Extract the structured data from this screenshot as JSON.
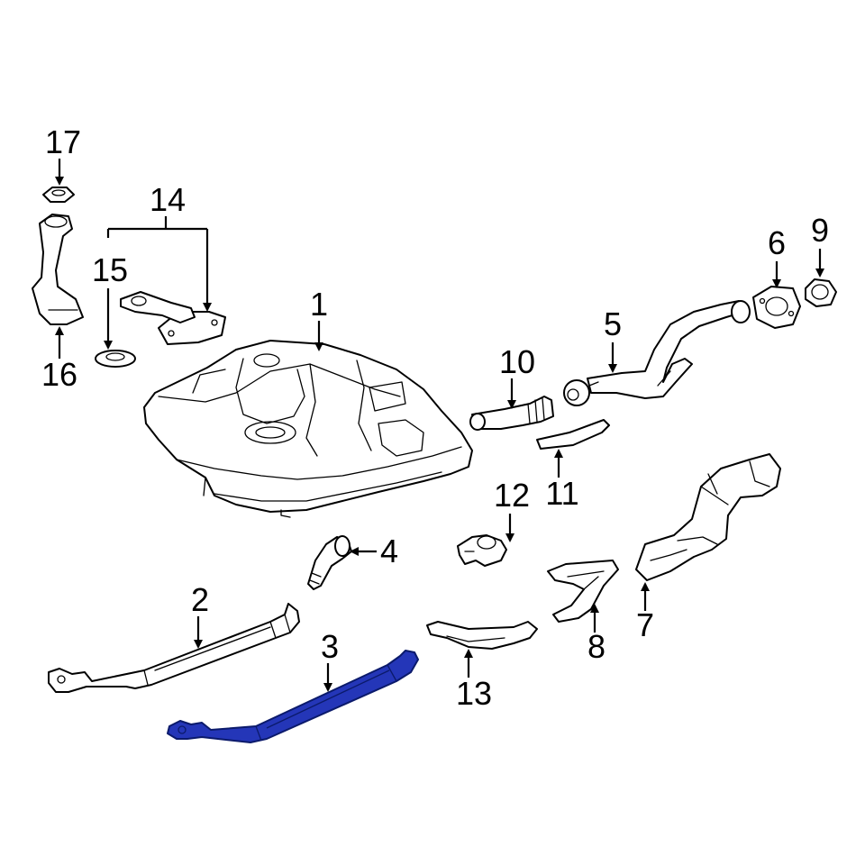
{
  "callouts": {
    "c1": "1",
    "c2": "2",
    "c3": "3",
    "c4": "4",
    "c5": "5",
    "c6": "6",
    "c7": "7",
    "c8": "8",
    "c9": "9",
    "c10": "10",
    "c11": "11",
    "c12": "12",
    "c13": "13",
    "c14": "14",
    "c15": "15",
    "c16": "16",
    "c17": "17"
  },
  "highlighted_part": "3",
  "colors": {
    "highlight_fill": "#2436b8",
    "highlight_stroke": "#0b1a6b",
    "line": "#000000",
    "background": "#ffffff"
  }
}
